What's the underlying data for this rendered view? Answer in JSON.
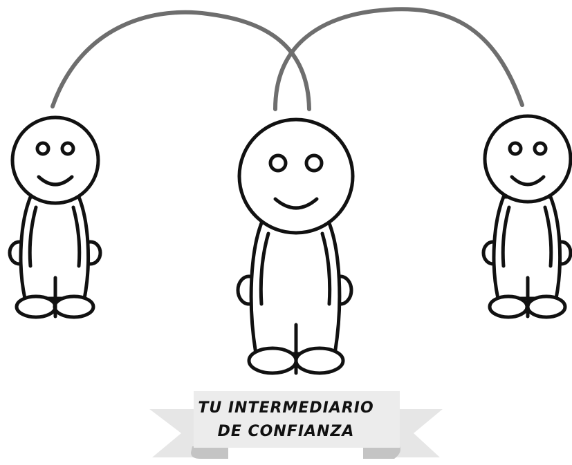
{
  "banner": {
    "line1": "TU INTERMEDIARIO",
    "line2": "DE CONFIANZA"
  },
  "figures": [
    {
      "role": "left-person",
      "icon": "stick-person-icon"
    },
    {
      "role": "intermediary-person",
      "icon": "stick-person-icon"
    },
    {
      "role": "right-person",
      "icon": "stick-person-icon"
    }
  ],
  "colors": {
    "outline": "#111111",
    "connector": "#6e6e6e",
    "ribbon_light": "#e6e6e6",
    "ribbon_dark": "#c4c4c4"
  }
}
